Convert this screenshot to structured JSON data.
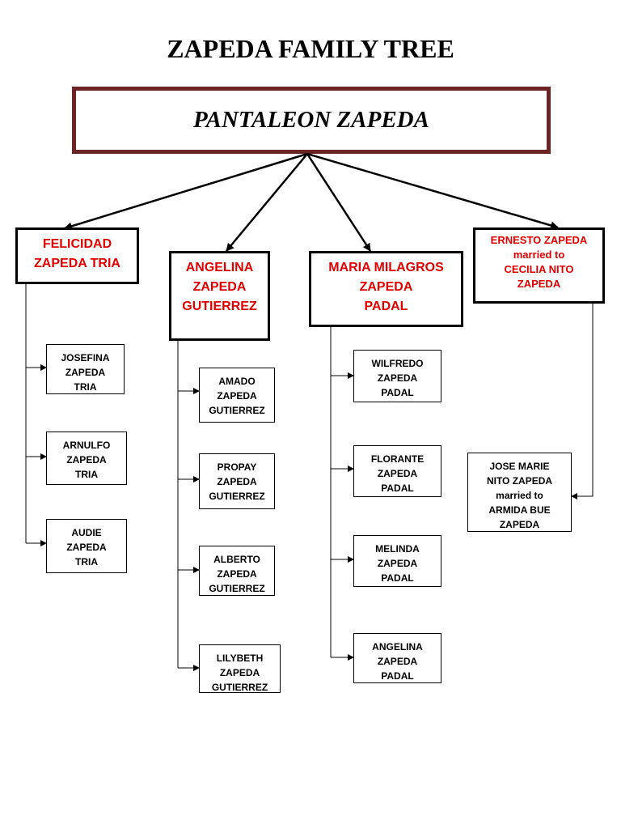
{
  "title": "ZAPEDA FAMILY TREE",
  "root": {
    "name": "PANTALEON ZAPEDA"
  },
  "children": [
    {
      "name": "FELICIDAD\nZAPEDA TRIA",
      "grandchildren": [
        "JOSEFINA\nZAPEDA\nTRIA",
        "ARNULFO\nZAPEDA\nTRIA",
        "AUDIE\nZAPEDA\nTRIA"
      ]
    },
    {
      "name": "ANGELINA\nZAPEDA\nGUTIERREZ",
      "grandchildren": [
        "AMADO\nZAPEDA\nGUTIERREZ",
        "PROPAY\nZAPEDA\nGUTIERREZ",
        "ALBERTO\nZAPEDA\nGUTIERREZ",
        "LILYBETH\nZAPEDA\nGUTIERREZ"
      ]
    },
    {
      "name": "MARIA MILAGROS\nZAPEDA\nPADAL",
      "grandchildren": [
        "WILFREDO\nZAPEDA\nPADAL",
        "FLORANTE\nZAPEDA\nPADAL",
        "MELINDA\nZAPEDA\nPADAL",
        "ANGELINA\nZAPEDA\nPADAL"
      ]
    },
    {
      "name": "ERNESTO ZAPEDA\nmarried to\nCECILIA NITO\nZAPEDA",
      "grandchildren": [
        "JOSE MARIE\nNITO ZAPEDA\nmarried to\nARMIDA BUE\nZAPEDA"
      ]
    }
  ],
  "colors": {
    "root_border": "#6b2323",
    "child_text": "#e00000",
    "line": "#000000"
  }
}
